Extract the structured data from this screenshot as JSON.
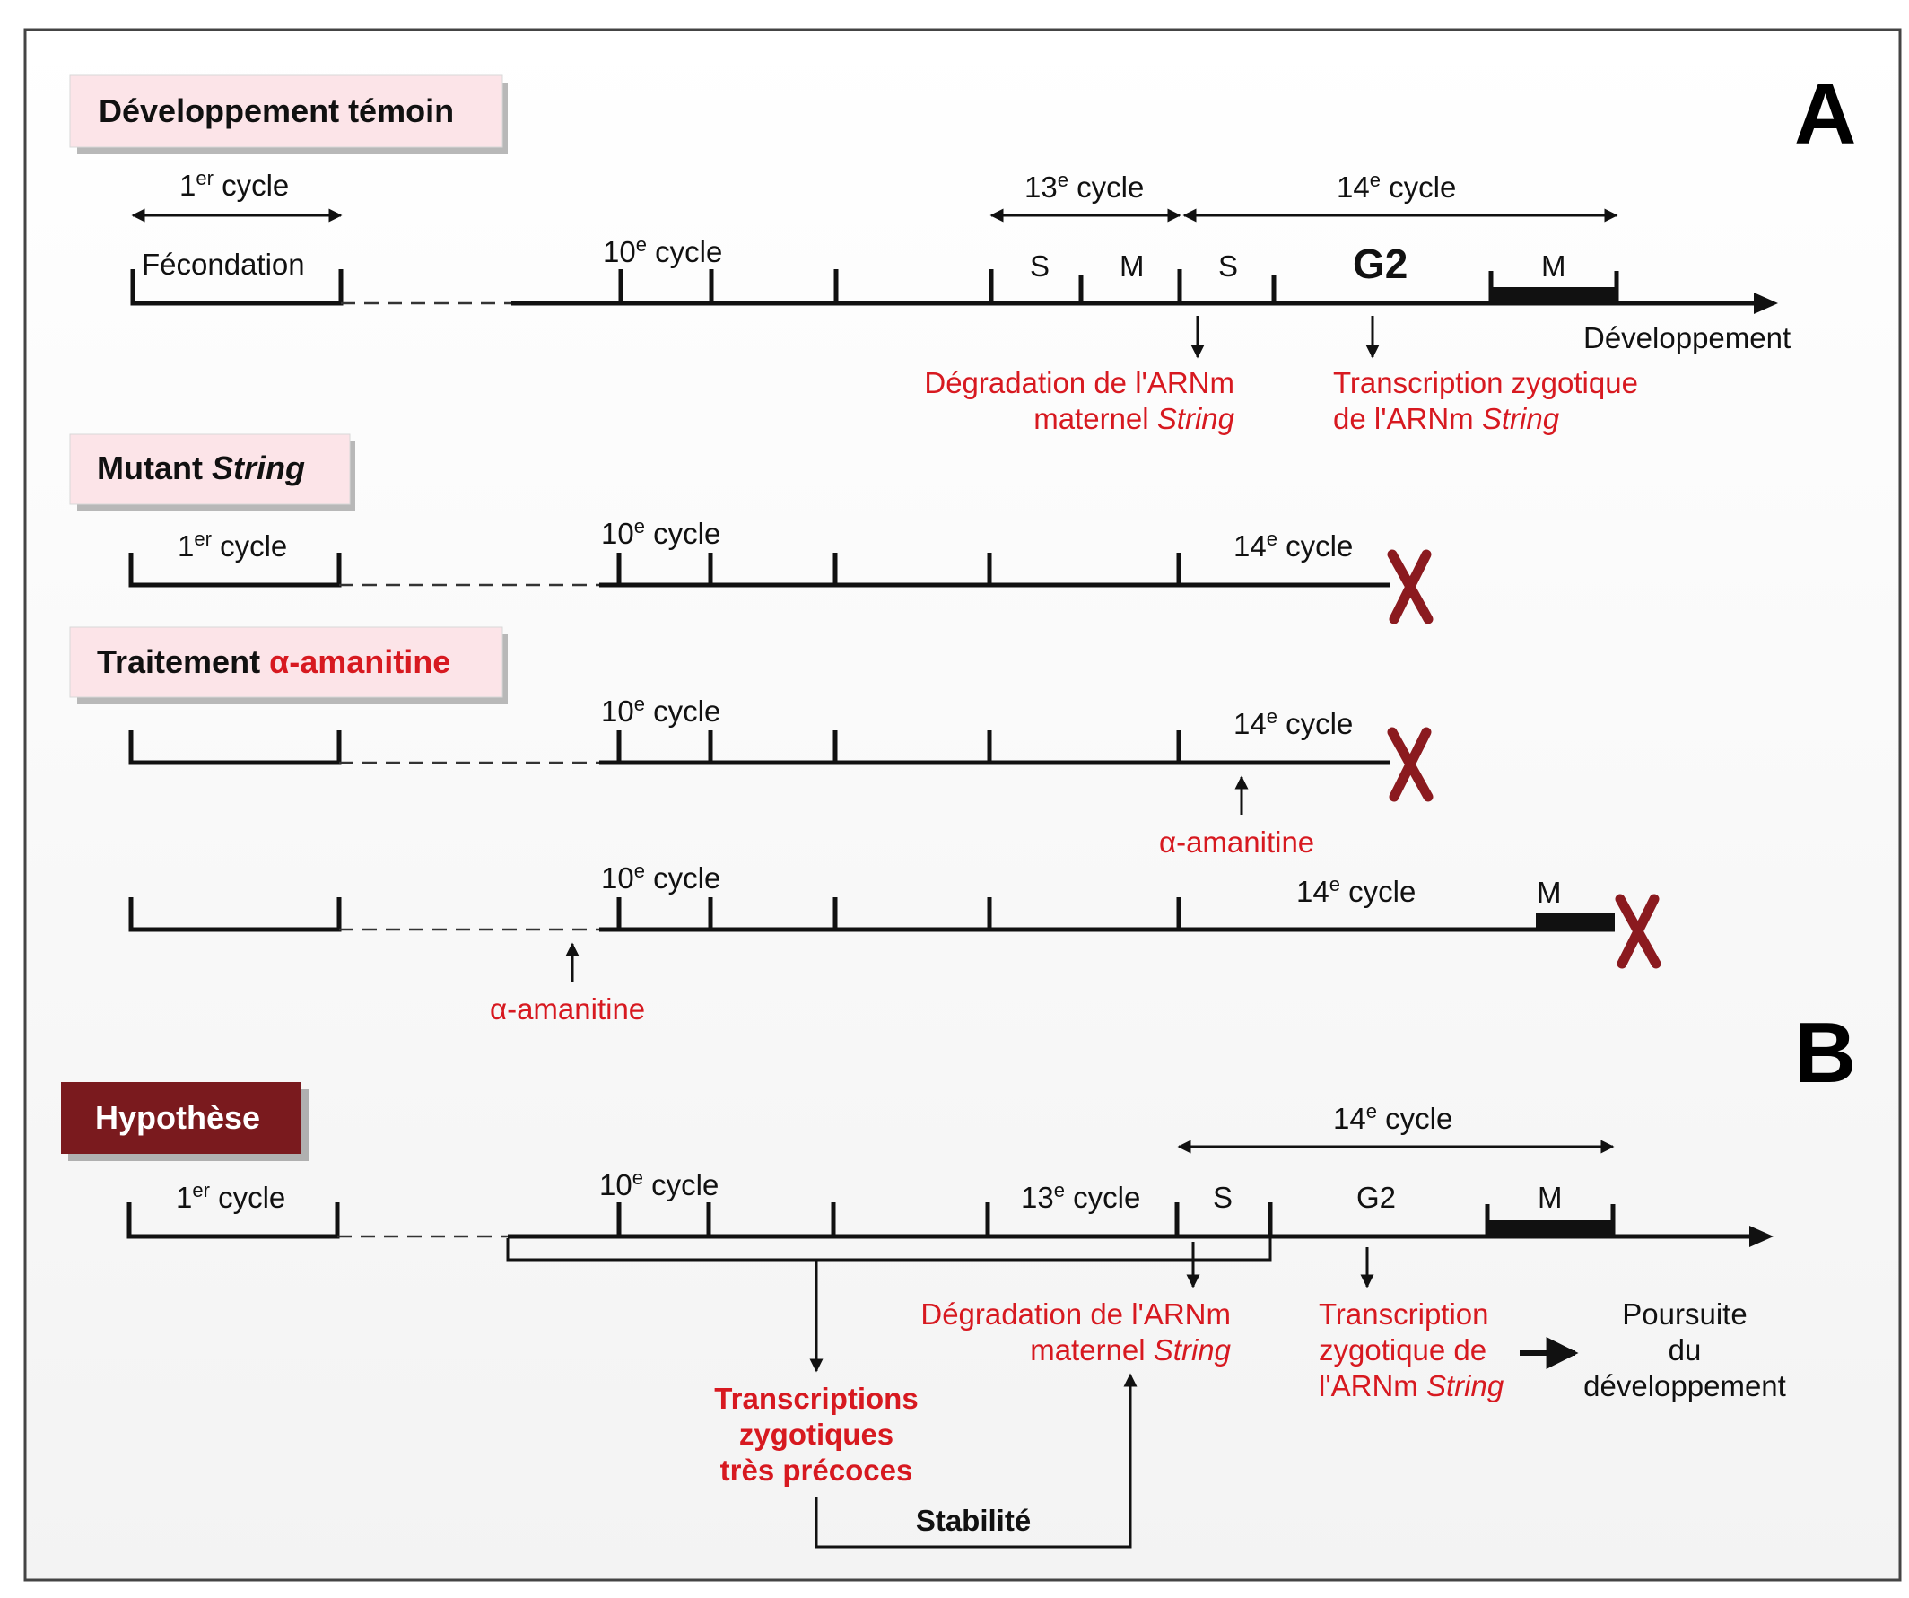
{
  "panel_a": {
    "letter": "A",
    "control": {
      "title": "Développement témoin",
      "cycle1": "1er cycle",
      "fecondation": "Fécondation",
      "cycle10": "10e cycle",
      "cycle13": "13e cycle",
      "cycle14": "14e cycle",
      "s13": "S",
      "m13": "M",
      "s14": "S",
      "g2": "G2",
      "m14": "M",
      "axis_label": "Développement",
      "degradation_line1": "Dégradation de l'ARNm",
      "degradation_line2": "maternel",
      "degradation_gene": "String",
      "transcription_line1": "Transcription zygotique",
      "transcription_line2": "de l'ARNm",
      "transcription_gene": "String"
    },
    "mutant": {
      "title_prefix": "Mutant",
      "title_gene": "String",
      "cycle1": "1er cycle",
      "cycle10": "10e cycle",
      "cycle14": "14e cycle"
    },
    "treatment": {
      "title_prefix": "Traitement",
      "title_drug": "α-amanitine",
      "row1": {
        "cycle10": "10e cycle",
        "cycle14": "14e cycle",
        "drug": "α-amanitine"
      },
      "row2": {
        "cycle10": "10e cycle",
        "cycle14": "14e cycle",
        "m": "M",
        "drug": "α-amanitine"
      }
    }
  },
  "panel_b": {
    "letter": "B",
    "title": "Hypothèse",
    "cycle1": "1er cycle",
    "cycle10": "10e cycle",
    "cycle13": "13e cycle",
    "cycle14": "14e cycle",
    "s": "S",
    "g2": "G2",
    "m": "M",
    "degradation_line1": "Dégradation de l'ARNm",
    "degradation_line2": "maternel",
    "degradation_gene": "String",
    "transcription_line1": "Transcription",
    "transcription_line2": "zygotique de",
    "transcription_line3": "l'ARNm",
    "transcription_gene": "String",
    "poursuite_line1": "Poursuite",
    "poursuite_line2": "du",
    "poursuite_line3": "développement",
    "early_line1": "Transcriptions",
    "early_line2": "zygotiques",
    "early_line3": "très précoces",
    "stabilite": "Stabilité"
  },
  "colors": {
    "accent_red": "#d71920",
    "box_pink": "#fce4e8",
    "box_dark": "#7a1a1e",
    "cross": "#8b1a1f"
  }
}
